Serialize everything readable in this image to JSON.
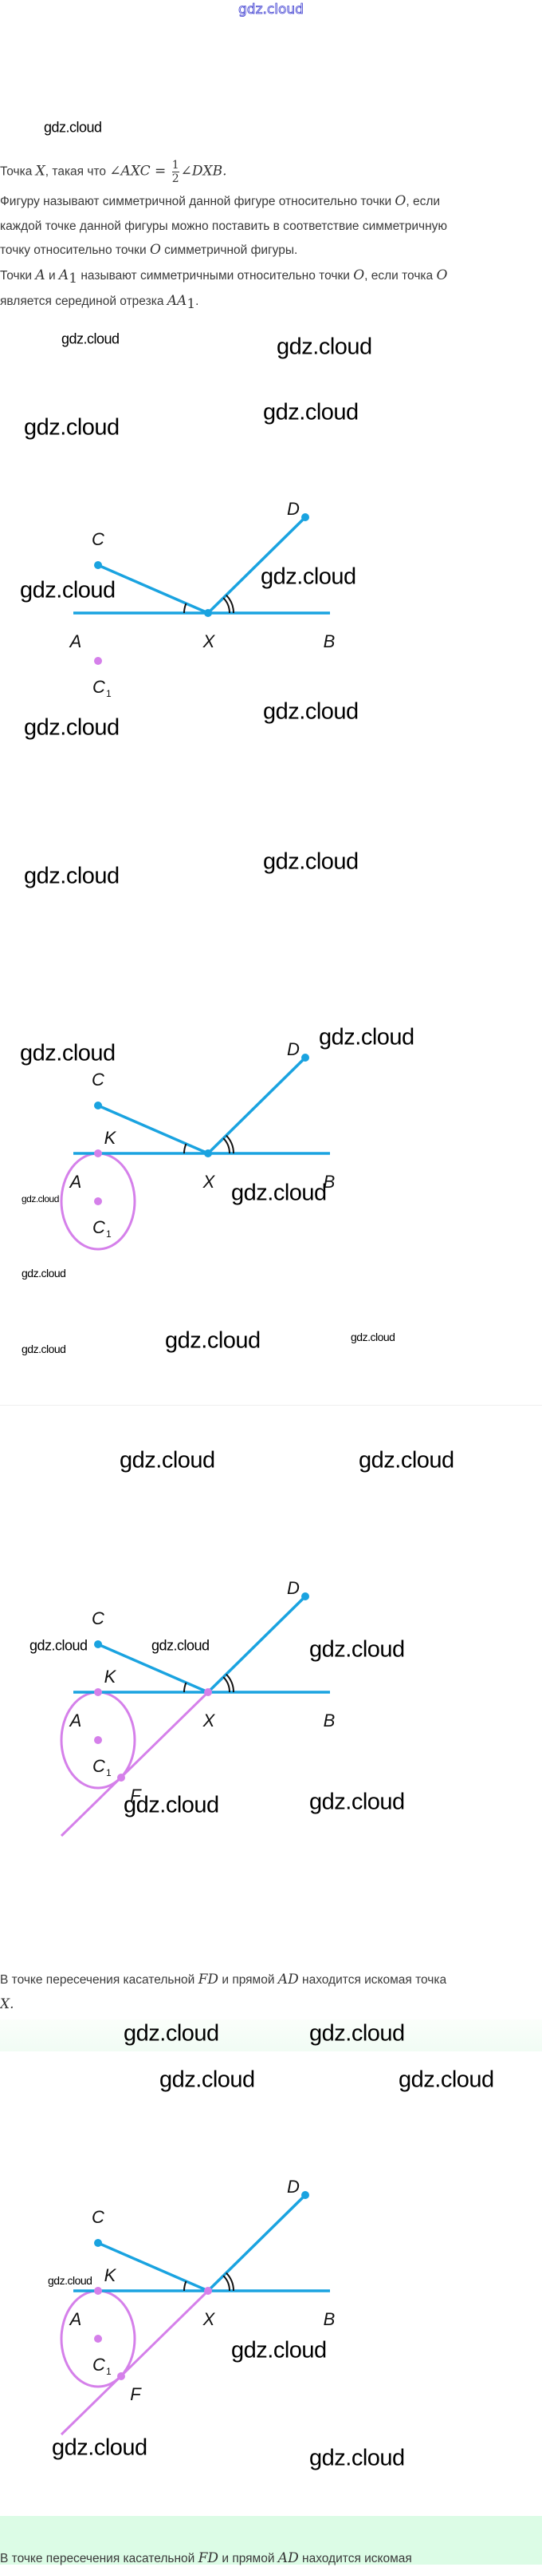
{
  "header": {
    "site": "gdz.cloud"
  },
  "intro": {
    "l1_a": "Точка ",
    "l1_x": "X",
    "l1_b": ", такая что ",
    "l1_angle1": "∠AXC = ",
    "l1_num": "1",
    "l1_den": "2",
    "l1_angle2": "∠DXB.",
    "l2_a": "Фигуру называют симметричной данной фигуре относительно точки ",
    "l2_o": "O",
    "l2_b": ", если",
    "l3": "каждой точке данной фигуры можно поставить в соответствие симметричную",
    "l4_a": "точку относительно точки ",
    "l4_o": "O",
    "l4_b": " симметричной фигуры.",
    "l5_a": "Точки ",
    "l5_A": "A",
    "l5_i": " и ",
    "l5_A1": "A",
    "l5_1": "1",
    "l5_b": " называют симметричными относительно точки ",
    "l5_o": "O",
    "l5_c": ", если точка ",
    "l5_o2": "O",
    "l6_a": "является серединой отрезка ",
    "l6_AA": "AA",
    "l6_1": "1",
    "l6_b": "."
  },
  "figures": [
    {
      "labels": {
        "C": "C",
        "D": "D",
        "A": "A",
        "X": "X",
        "B": "B",
        "C1": "C",
        "C1_sub": "1"
      }
    },
    {
      "labels": {
        "C": "C",
        "D": "D",
        "A": "A",
        "X": "X",
        "B": "B",
        "C1": "C",
        "C1_sub": "1",
        "K": "K"
      }
    },
    {
      "labels": {
        "C": "C",
        "D": "D",
        "A": "A",
        "X": "X",
        "B": "B",
        "C1": "C",
        "C1_sub": "1",
        "K": "K",
        "F": "F"
      }
    },
    {
      "labels": {
        "C": "C",
        "D": "D",
        "A": "A",
        "X": "X",
        "B": "B",
        "C1": "C",
        "C1_sub": "1",
        "K": "K",
        "F": "F"
      }
    }
  ],
  "conclusion": {
    "a": "В точке пересечения касательной ",
    "fd": "FD",
    "b": " и прямой ",
    "ad": "AD",
    "c": " находится искомая точка",
    "x": "X",
    "d": "."
  },
  "conclusion2": {
    "a": "В точке пересечения касательной ",
    "fd": "FD",
    "b": " и прямой ",
    "ad": "AD",
    "c": " находится искомая"
  },
  "watermarks": [
    "gdz.cloud",
    "gdz.cloud",
    "gdz.cloud",
    "gdz.cloud",
    "gdz.cloud",
    "gdz.cloud",
    "gdz.cloud",
    "gdz.cloud",
    "gdz.cloud",
    "gdz.cloud",
    "gdz.cloud",
    "gdz.cloud",
    "gdz.cloud",
    "gdz.cloud",
    "gdz.cloud",
    "gdz.cloud",
    "gdz.cloud",
    "gdz.cloud",
    "gdz.cloud",
    "gdz.cloud",
    "gdz.cloud",
    "gdz.cloud",
    "gdz.cloud",
    "gdz.cloud",
    "gdz.cloud",
    "gdz.cloud",
    "gdz.cloud",
    "gdz.cloud",
    "gdz.cloud",
    "gdz.cloud",
    "gdz.cloud",
    "gdz.cloud",
    "gdz.cloud",
    "gdz.cloud"
  ],
  "colors": {
    "blue": "#1aa3e0",
    "purple": "#d580ea",
    "green": "#dcfce6"
  }
}
